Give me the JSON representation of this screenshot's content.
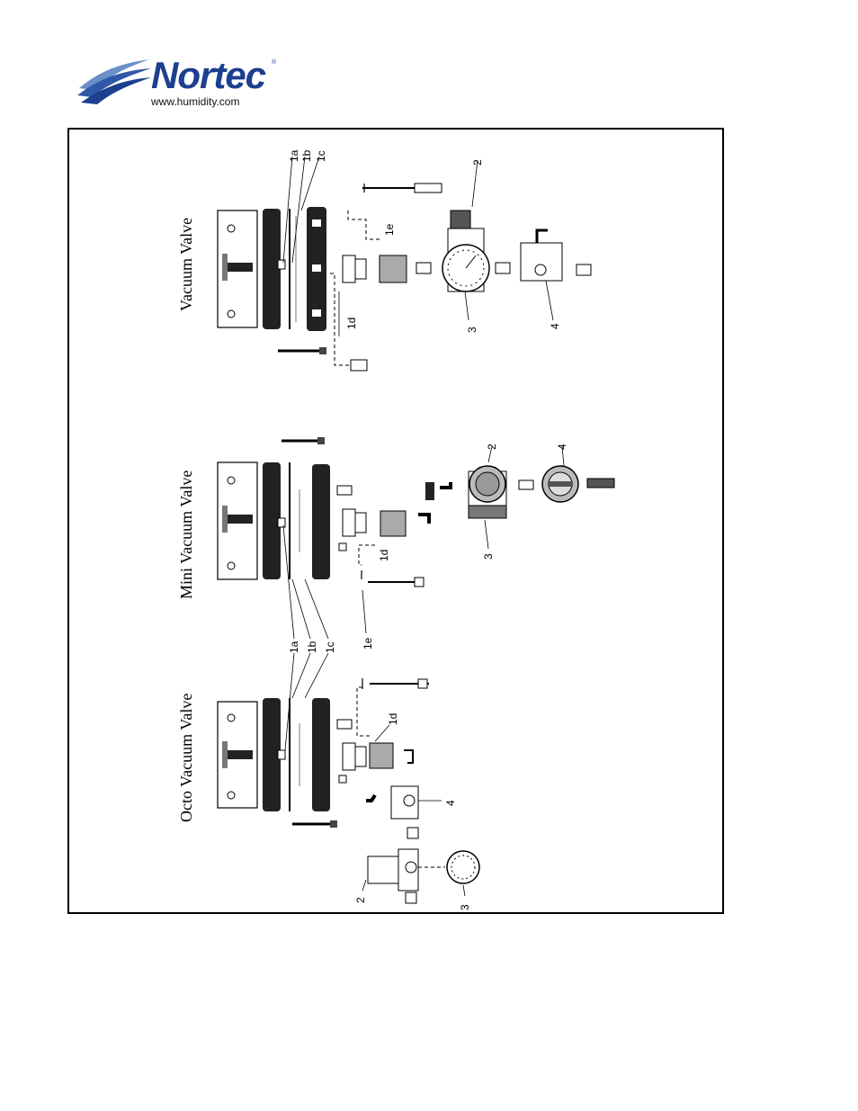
{
  "header": {
    "brand": "Nortec",
    "registered": "®",
    "url": "www.humidity.com",
    "brand_color": "#1d3f8f"
  },
  "diagram": {
    "titles": {
      "vacuum": "Vacuum Valve",
      "mini": "Mini Vacuum Valve",
      "octo": "Octo Vacuum Valve"
    },
    "labels": {
      "v_1a": "1a",
      "v_1b": "1b",
      "v_1c": "1c",
      "v_1d": "1d",
      "v_1e": "1e",
      "v_2": "2",
      "v_3": "3",
      "v_4": "4",
      "m_1a": "1a",
      "m_1b": "1b",
      "m_1c": "1c",
      "m_1d": "1d",
      "m_1e": "1e",
      "m_2": "2",
      "m_3": "3",
      "m_4": "4",
      "o_1d": "1d",
      "o_2": "2",
      "o_3": "3",
      "o_4": "4"
    }
  }
}
